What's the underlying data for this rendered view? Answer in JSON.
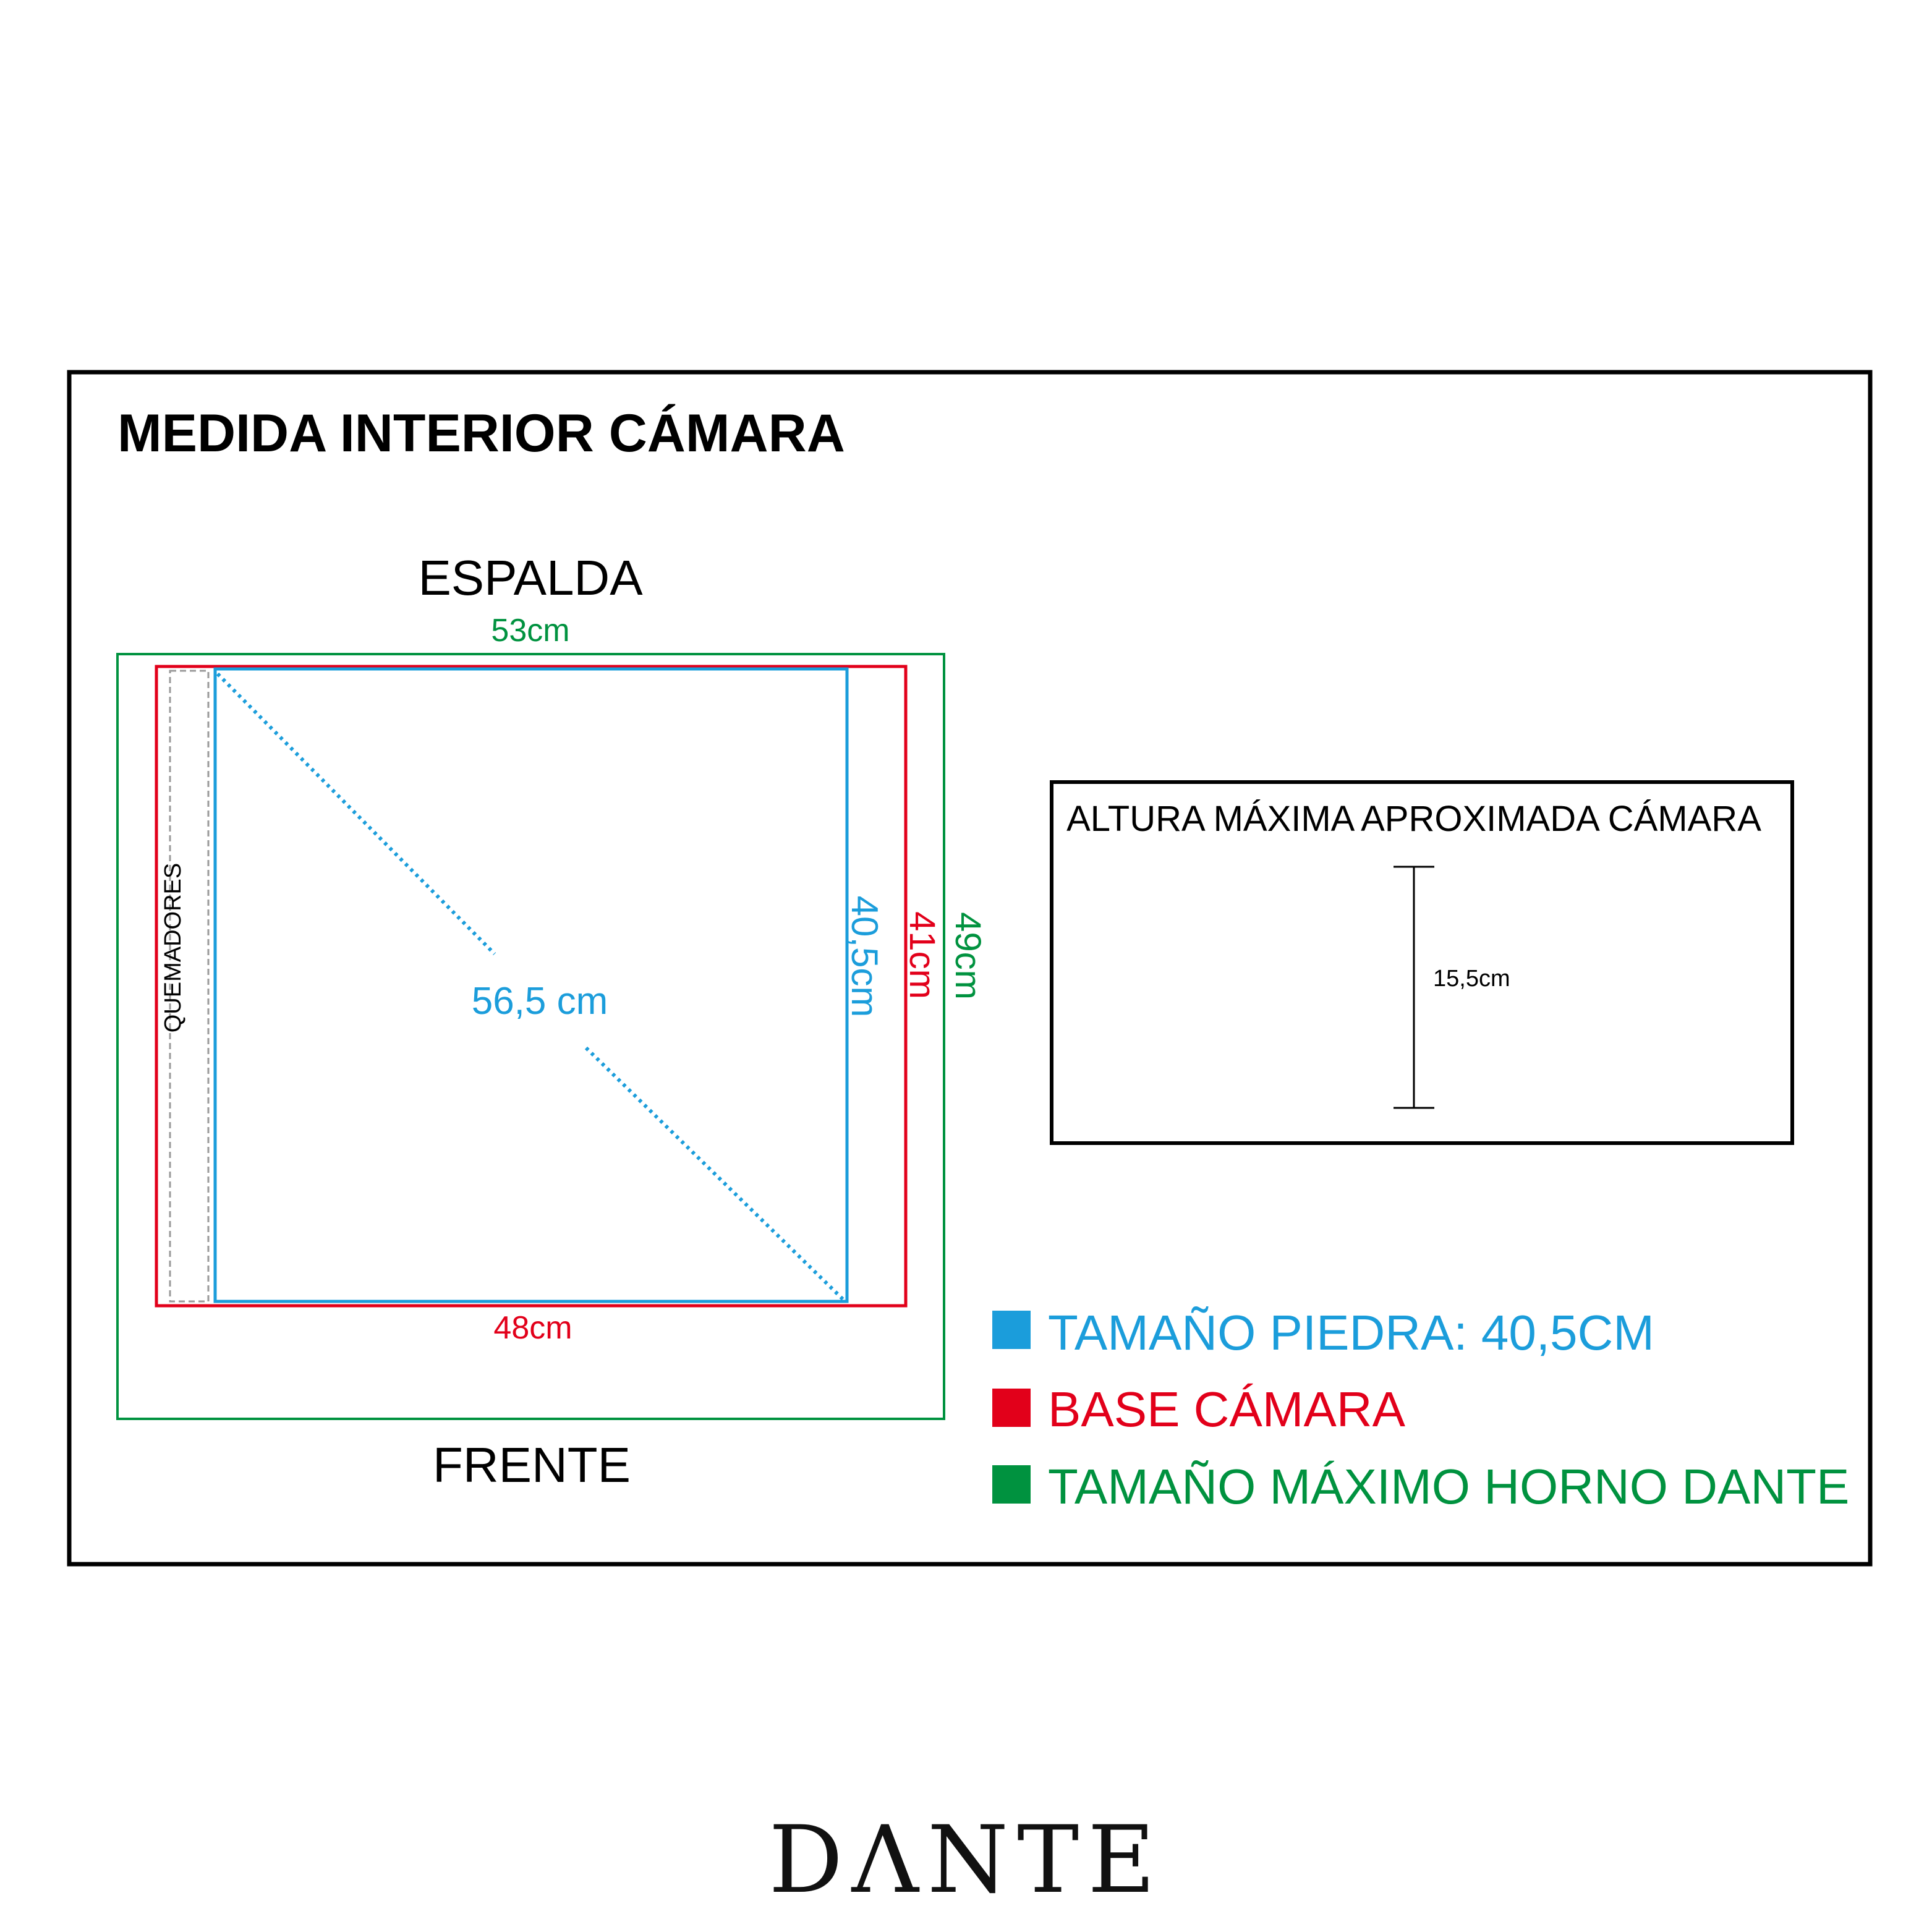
{
  "title": "MEDIDA INTERIOR CÁMARA",
  "labels": {
    "back": "ESPALDA",
    "front": "FRENTE",
    "burners": "QUEMADORES"
  },
  "dimensions": {
    "max_width": "53cm",
    "max_depth": "49cm",
    "base_width": "48cm",
    "base_depth": "41cm",
    "stone_side": "40,5cm",
    "stone_diagonal": "56,5 cm"
  },
  "height_panel": {
    "title": "ALTURA MÁXIMA APROXIMADA CÁMARA",
    "value": "15,5cm"
  },
  "legend": [
    {
      "label": "TAMAÑO PIEDRA: 40,5CM",
      "color": "#1b9ddb"
    },
    {
      "label": "BASE CÁMARA",
      "color": "#e2001a"
    },
    {
      "label": "TAMAÑO MÁXIMO HORNO DANTE",
      "color": "#00923f"
    }
  ],
  "colors": {
    "stone": "#1b9ddb",
    "base": "#e2001a",
    "max": "#00923f",
    "frame": "#000000",
    "burner_outline": "#9a9a9a"
  },
  "brand": "DΛNTE"
}
